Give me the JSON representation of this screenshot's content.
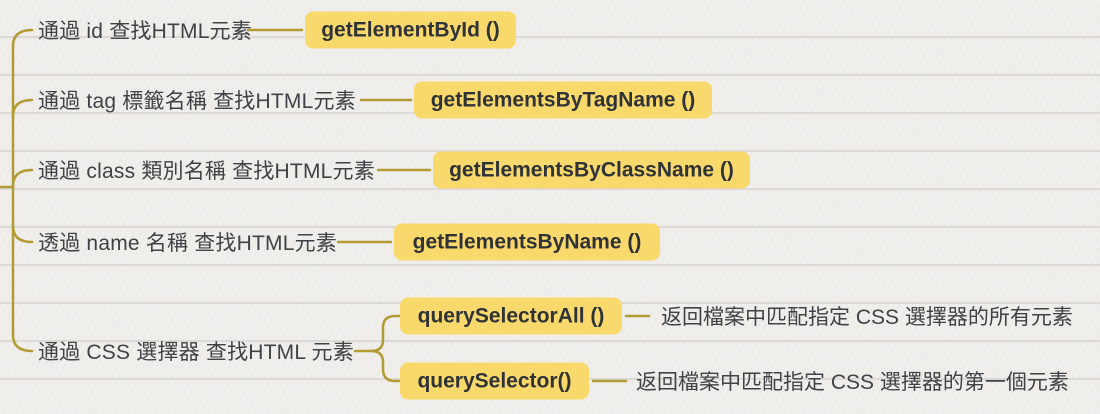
{
  "diagram": {
    "type": "mindmap",
    "topic": "finding HTML elements (DOM methods)",
    "colors": {
      "background": "#f1efec",
      "node_fill": "#f9d86c",
      "connector_line": "#b29b33",
      "label_text": "#3f4246",
      "node_text": "#2f3337"
    },
    "branches": [
      {
        "label": "通過 id 查找HTML元素",
        "method": "getElementById ()"
      },
      {
        "label": "通過 tag 標籤名稱 查找HTML元素",
        "method": "getElementsByTagName ()"
      },
      {
        "label": "通過 class 類別名稱 查找HTML元素",
        "method": "getElementsByClassName ()"
      },
      {
        "label": "透過 name 名稱 查找HTML元素",
        "method": "getElementsByName ()"
      },
      {
        "label": "通過 CSS 選擇器 查找HTML 元素",
        "method": "",
        "children": [
          {
            "method": "querySelectorAll ()",
            "description": "返回檔案中匹配指定 CSS 選擇器的所有元素"
          },
          {
            "method": "querySelector()",
            "description": "返回檔案中匹配指定 CSS 選擇器的第一個元素"
          }
        ]
      }
    ]
  }
}
